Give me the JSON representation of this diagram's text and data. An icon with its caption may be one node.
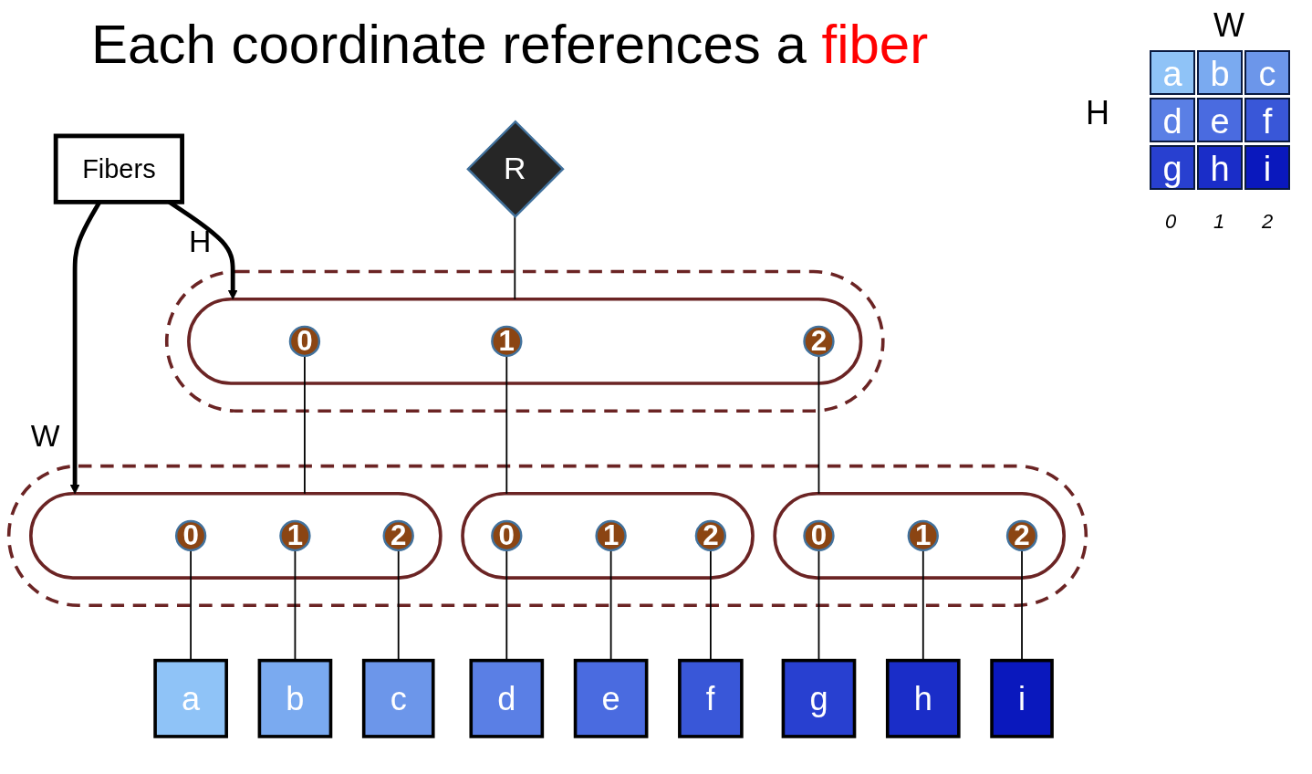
{
  "diagram": {
    "title": "Each coordinate references a fiber",
    "nodes": [
      {
        "text": [
          "Fibers"
        ]
      },
      {
        "text": [
          "R"
        ]
      },
      {
        "text": [
          "H"
        ]
      },
      {
        "text": [],
        "shape": "ellipse",
        "in": 2
      },
      {
        "text": [
          "0"
        ],
        "in": 3
      },
      {
        "text": [
          "1"
        ],
        "in": 3
      },
      {
        "text": [
          "2"
        ],
        "in": 3
      },
      {
        "text": [
          "W"
        ]
      },
      {
        "text": [],
        "shape": "ellipse",
        "in": 7
      },
      {
        "text": [
          "0"
        ],
        "in": 8
      },
      {
        "text": [
          "1"
        ],
        "in": 8
      },
      {
        "text": [
          "2"
        ],
        "in": 8
      },
      {
        "text": [],
        "shape": "ellipse",
        "in": 7
      },
      {
        "text": [
          "0"
        ],
        "in": 12
      },
      {
        "text": [
          "1"
        ],
        "in": 12
      },
      {
        "text": [
          "2"
        ],
        "in": 12
      },
      {
        "text": [],
        "shape": "ellipse",
        "in": 7
      },
      {
        "text": [
          "0"
        ],
        "in": 16
      },
      {
        "text": [
          "1"
        ],
        "in": 16
      },
      {
        "text": [
          "2"
        ],
        "in": 16
      },
      {
        "text": [
          "a"
        ]
      },
      {
        "text": [
          "b"
        ]
      },
      {
        "text": [
          "c"
        ]
      },
      {
        "text": [
          "d"
        ]
      },
      {
        "text": [
          "e"
        ]
      },
      {
        "text": [
          "f"
        ]
      },
      {
        "text": [
          "g"
        ]
      },
      {
        "text": [
          "h"
        ]
      },
      {
        "text": [
          "i"
        ]
      }
    ],
    "edges": [
      {
        "from": 0,
        "to": 3,
        "arrow": "to",
        "style": "thick"
      },
      {
        "from": 0,
        "to": 8,
        "arrow": "to",
        "style": "thick"
      },
      {
        "from": 1,
        "to": 3,
        "arrow": "none"
      },
      {
        "from": 4,
        "to": 8,
        "arrow": "none"
      },
      {
        "from": 5,
        "to": 12,
        "arrow": "none"
      },
      {
        "from": 6,
        "to": 16,
        "arrow": "none"
      },
      {
        "from": 9,
        "to": 20,
        "arrow": "none"
      },
      {
        "from": 10,
        "to": 21,
        "arrow": "none"
      },
      {
        "from": 11,
        "to": 22,
        "arrow": "none"
      },
      {
        "from": 13,
        "to": 23,
        "arrow": "none"
      },
      {
        "from": 14,
        "to": 24,
        "arrow": "none"
      },
      {
        "from": 15,
        "to": 25,
        "arrow": "none"
      },
      {
        "from": 17,
        "to": 26,
        "arrow": "none"
      },
      {
        "from": 18,
        "to": 27,
        "arrow": "none"
      },
      {
        "from": 19,
        "to": 28,
        "arrow": "none"
      }
    ],
    "labels": [
      "W",
      "a",
      "b",
      "c",
      "H",
      "d",
      "e",
      "f",
      "g",
      "h",
      "i",
      "0",
      "1",
      "2"
    ]
  }
}
